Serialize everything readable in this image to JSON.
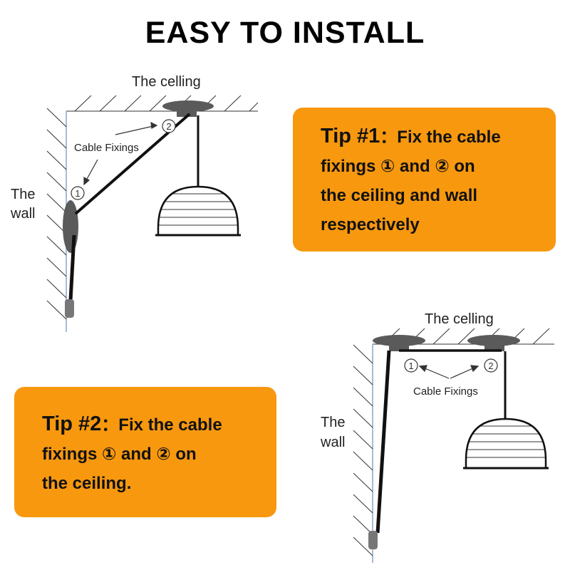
{
  "title": "EASY TO INSTALL",
  "diagram1": {
    "ceiling_label": "The celling",
    "wall_label_line1": "The",
    "wall_label_line2": "wall",
    "fixings_label": "Cable Fixings",
    "marker1": "1",
    "marker2": "2"
  },
  "diagram2": {
    "ceiling_label": "The celling",
    "wall_label_line1": "The",
    "wall_label_line2": "wall",
    "fixings_label": "Cable Fixings",
    "marker1": "1",
    "marker2": "2"
  },
  "tip1": {
    "heading": "Tip #1",
    "colon": "：",
    "line1": "Fix the cable",
    "line2": "fixings ① and ② on",
    "line3": "the ceiling and wall",
    "line4": "respectively"
  },
  "tip2": {
    "heading": "Tip #2",
    "colon": "：",
    "line1": "Fix the cable",
    "line2": "fixings ① and ② on",
    "line3": "the ceiling."
  },
  "colors": {
    "tip_box": "#f7980e",
    "fixture_gray": "#5a5a5a",
    "cable": "#111111",
    "wall_line": "#8aa6c6"
  }
}
